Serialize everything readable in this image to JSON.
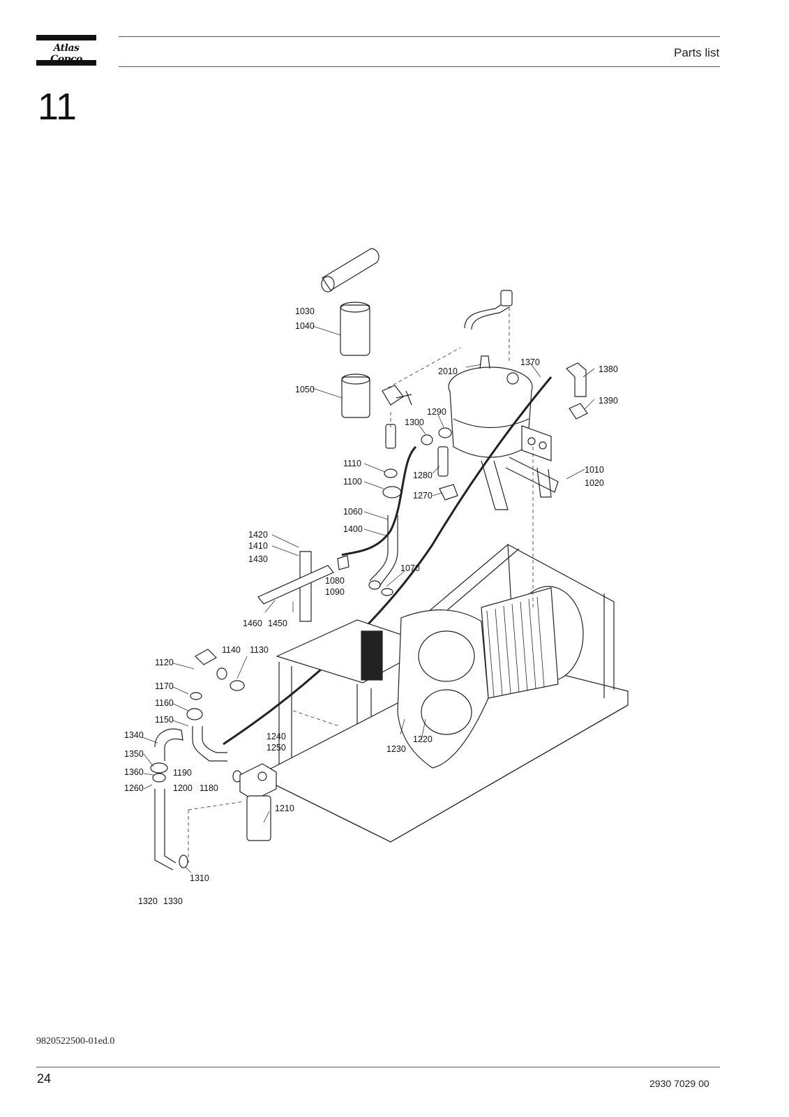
{
  "header": {
    "logo_text": "Atlas Copco",
    "section_title": "Parts list"
  },
  "chapter_number": "11",
  "diagram": {
    "callouts": [
      "1030",
      "1040",
      "1050",
      "2010",
      "1370",
      "1380",
      "1390",
      "1290",
      "1300",
      "1110",
      "1280",
      "1010",
      "1020",
      "1100",
      "1270",
      "1060",
      "1400",
      "1420",
      "1410",
      "1430",
      "1070",
      "1080",
      "1090",
      "1460",
      "1450",
      "1140",
      "1130",
      "1120",
      "1170",
      "1160",
      "1150",
      "1340",
      "1240",
      "1250",
      "1230",
      "1220",
      "1350",
      "1190",
      "1360",
      "1200",
      "1180",
      "1260",
      "1210",
      "1310",
      "1320",
      "1330"
    ]
  },
  "footer": {
    "document_id": "9820522500-01ed.0",
    "page_number": "24",
    "part_number": "2930 7029 00"
  }
}
